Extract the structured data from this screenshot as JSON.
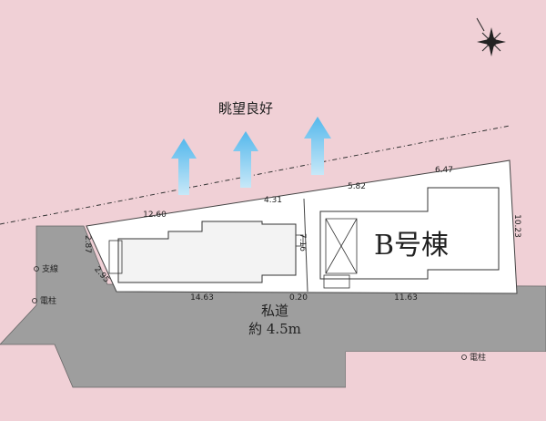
{
  "view_label": "眺望良好",
  "building_label": "B号棟",
  "road": {
    "name": "私道",
    "width": "約 4.5m"
  },
  "dimensions": {
    "d1": "12.60",
    "d2": "4.31",
    "d3": "5.82",
    "d4": "6.47",
    "d5": "10.23",
    "d6": "2.87",
    "d7": "2.95",
    "d8": "7.16",
    "d9": "14.63",
    "d10": "0.20",
    "d11": "11.63"
  },
  "utilities": {
    "support_wire": "支線",
    "pole1": "電柱",
    "pole2": "電柱"
  },
  "icons": {
    "compass": "compass-rose-icon",
    "arrow": "up-arrow-icon"
  }
}
